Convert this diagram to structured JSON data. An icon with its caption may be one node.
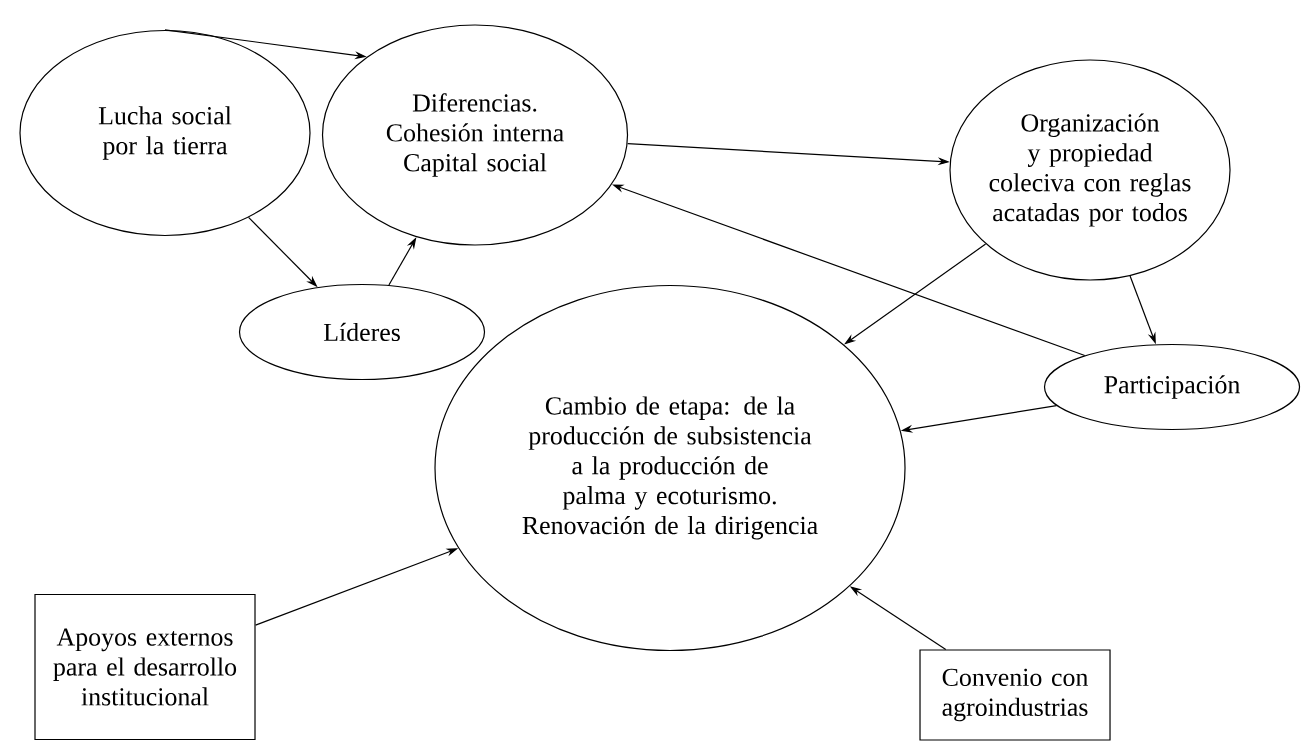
{
  "diagram": {
    "nodes": [
      {
        "text": [
          "Lucha social por la tierra"
        ]
      },
      {
        "text": [
          "Diferencias. Cohesión interna Capital social"
        ]
      },
      {
        "text": [
          "Organización y propiedad coleciva con reglas acatadas por todos"
        ]
      },
      {
        "text": [
          "Líderes"
        ]
      },
      {
        "text": [
          "Cambio de etapa: de la producción de subsistencia a la producción de palma y ecoturismo. Renovación de la dirigencia"
        ]
      },
      {
        "text": [
          "Participación"
        ]
      },
      {
        "text": [
          "Apoyos externos para el desarrollo institucional"
        ]
      },
      {
        "text": [
          "Convenio con agroindustrias"
        ]
      }
    ],
    "edges": [
      {
        "from": 0,
        "to": 1,
        "arrow": "to"
      },
      {
        "from": 0,
        "to": 3,
        "arrow": "to"
      },
      {
        "from": 3,
        "to": 1,
        "arrow": "to"
      },
      {
        "from": 1,
        "to": 2,
        "arrow": "to"
      },
      {
        "from": 2,
        "to": 4,
        "arrow": "to"
      },
      {
        "from": 2,
        "to": 5,
        "arrow": "to"
      },
      {
        "from": 5,
        "to": 1,
        "arrow": "to"
      },
      {
        "from": 5,
        "to": 4,
        "arrow": "to"
      },
      {
        "from": 6,
        "to": 4,
        "arrow": "to"
      },
      {
        "from": 7,
        "to": 4,
        "arrow": "to"
      }
    ]
  }
}
